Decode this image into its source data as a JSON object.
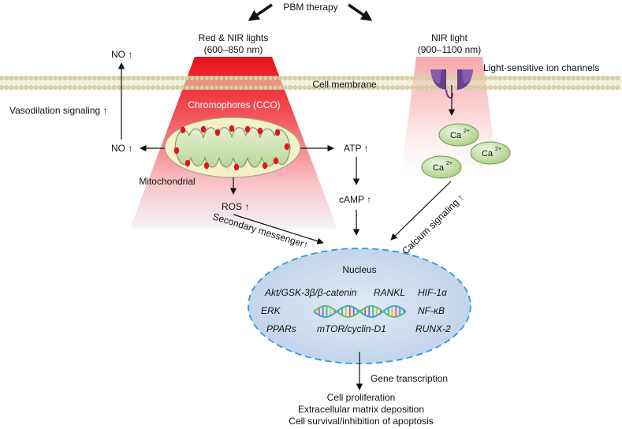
{
  "top_label": "PBM therapy",
  "left_light": {
    "line1": "Red & NIR lights",
    "line2": "(600–850 nm)"
  },
  "right_light": {
    "line1": "NIR light",
    "line2": "(900–1100 nm)"
  },
  "membrane_label": "Cell membrane",
  "ion_channel_label": "Light-sensitive ion channels",
  "chromophores_label": "Chromophores (CCO)",
  "mitochondrial_label": "Mitochondrial",
  "no_top": "NO",
  "no_mid": "NO",
  "vasodilation_label": "Vasodilation signaling",
  "atp_label": "ATP",
  "camp_label": "cAMP",
  "ros_label": "ROS",
  "secondary_messenger_label": "Secondary messenger",
  "calcium_signaling_label": "Calcium signaling",
  "up_arrow": "↑",
  "calcium": {
    "base": "Ca",
    "charge": "2+"
  },
  "nucleus": {
    "title": "Nucleus",
    "genes": {
      "akt": "Akt/GSK-3β/β-catenin",
      "rankl": "RANKL",
      "hif": "HIF-1α",
      "erk": "ERK",
      "nfkb": "NF-κB",
      "ppars": "PPARs",
      "mtor": "mTOR/cyclin-D1",
      "runx": "RUNX-2"
    }
  },
  "gene_transcription_label": "Gene transcription",
  "outcomes": [
    "Cell proliferation",
    "Extracellular matrix deposition",
    "Cell survival/inhibition of apoptosis"
  ],
  "colors": {
    "beam_red": "#e8101a",
    "membrane": "#d9d6a8",
    "mitochondria_fill": "#cfe3b4",
    "mito_outer": "#f4f1c8",
    "chromophore_dot": "#e2141a",
    "calcium_fill": "#c2dea2",
    "nucleus_fill": "#c9d8ee",
    "nucleus_border": "#2a9be0",
    "channel": "#6a3d8c"
  }
}
